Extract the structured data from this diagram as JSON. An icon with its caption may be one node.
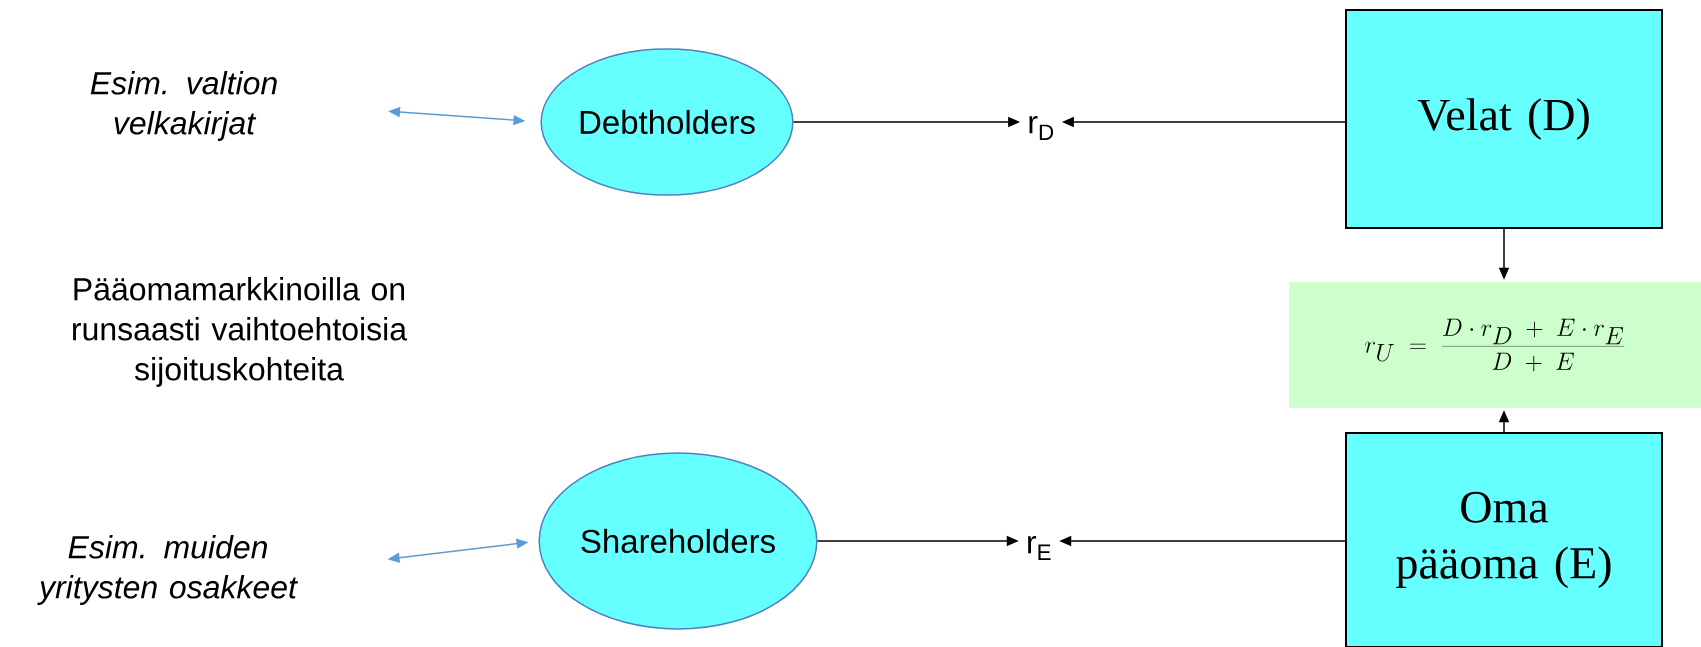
{
  "diagram": {
    "nodes": [
      {
        "text": [
          "Esim. valtion velkakirjat"
        ]
      },
      {
        "text": [
          "Debtholders"
        ]
      },
      {
        "text": [
          "r$_{D}$"
        ]
      },
      {
        "text": [
          "Velat (D)"
        ]
      },
      {
        "text": [
          "r_U \\;=\\; \\frac{D \\cdot r_D \\;+\\; E \\cdot r_E}{D \\;+\\; E}"
        ]
      },
      {
        "text": [
          "Esim. muiden yritysten osakkeet"
        ]
      },
      {
        "text": [
          "Shareholders"
        ]
      },
      {
        "text": [
          "r$_{E}$"
        ]
      },
      {
        "text": [
          "Oma pääoma (E)"
        ]
      }
    ],
    "edges": [
      {
        "from": 0,
        "to": 1,
        "arrow": "both",
        "color": "#5b9bd5"
      },
      {
        "from": 1,
        "to": 2,
        "arrow": "to"
      },
      {
        "from": 3,
        "to": 2,
        "arrow": "to"
      },
      {
        "from": 3,
        "to": 4,
        "arrow": "to"
      },
      {
        "from": 5,
        "to": 6,
        "arrow": "both",
        "color": "#5b9bd5"
      },
      {
        "from": 6,
        "to": 7,
        "arrow": "to"
      },
      {
        "from": 8,
        "to": 7,
        "arrow": "to"
      },
      {
        "from": 8,
        "to": 4,
        "arrow": "to"
      }
    ],
    "labels": [
      "Pääomamarkkinoilla on runsaasti vaihtoehtoisia sijoituskohteita"
    ]
  }
}
